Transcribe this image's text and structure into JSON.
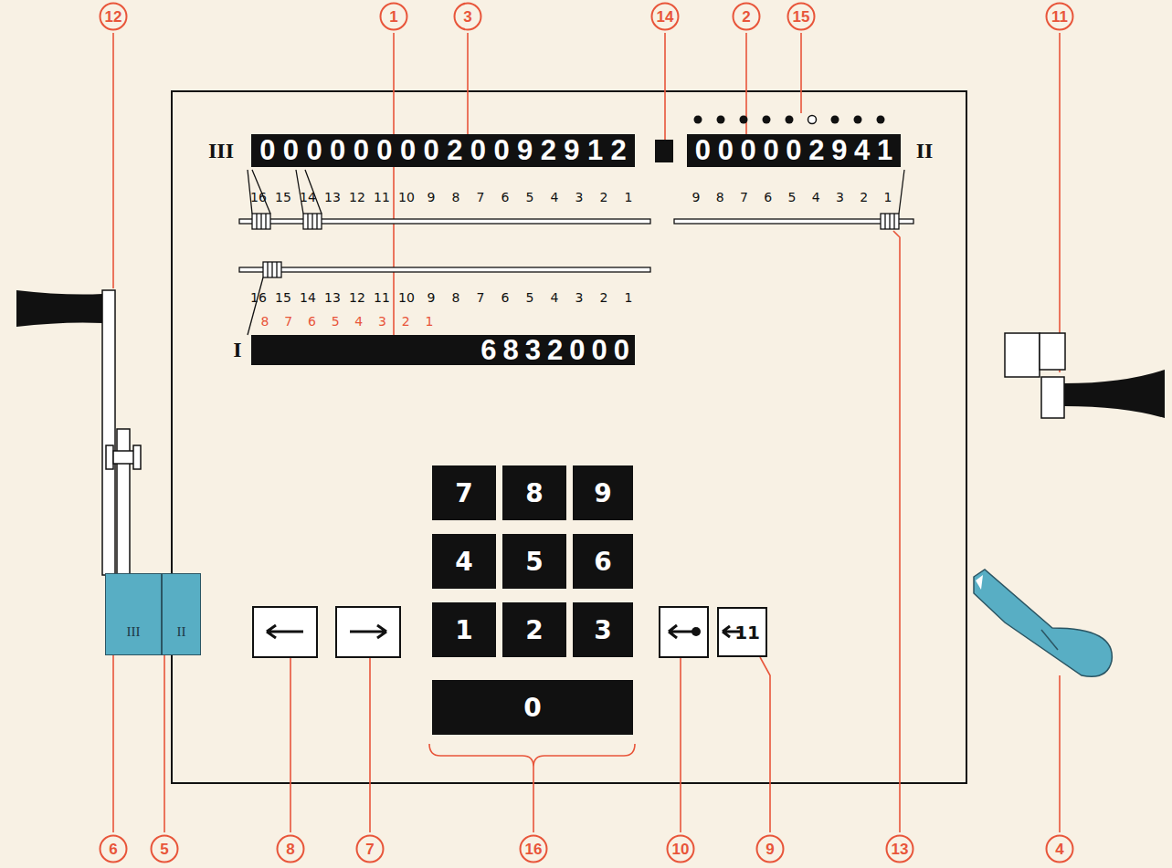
{
  "diagram": {
    "nodes": [
      {
        "text": [
          "0000000020092912"
        ]
      },
      {
        "text": [
          "000002941"
        ]
      },
      {
        "text": [
          "6832000"
        ]
      },
      {
        "text": [
          "7"
        ]
      },
      {
        "text": [
          "8"
        ]
      },
      {
        "text": [
          "9"
        ]
      },
      {
        "text": [
          "4"
        ]
      },
      {
        "text": [
          "5"
        ]
      },
      {
        "text": [
          "6"
        ]
      },
      {
        "text": [
          "1"
        ]
      },
      {
        "text": [
          "2"
        ]
      },
      {
        "text": [
          "3"
        ]
      },
      {
        "text": [
          "0"
        ]
      },
      {
        "text": [
          "11"
        ]
      },
      {
        "text": [
          "III"
        ]
      },
      {
        "text": [
          "II"
        ]
      }
    ],
    "labels": [
      "12",
      "1",
      "3",
      "14",
      "2",
      "15",
      "11",
      "6",
      "5",
      "8",
      "7",
      "16",
      "10",
      "9",
      "13",
      "4",
      "III",
      "II",
      "I",
      "16",
      "15",
      "14",
      "13",
      "12",
      "11",
      "10",
      "9",
      "8",
      "7",
      "6",
      "5",
      "4",
      "3",
      "2",
      "1",
      "9",
      "8",
      "7",
      "6",
      "5",
      "4",
      "3",
      "2",
      "1",
      "16",
      "15",
      "14",
      "13",
      "12",
      "11",
      "10",
      "9",
      "8",
      "7",
      "6",
      "5",
      "4",
      "3",
      "2",
      "1",
      "8",
      "7",
      "6",
      "5",
      "4",
      "3",
      "2",
      "1"
    ]
  }
}
